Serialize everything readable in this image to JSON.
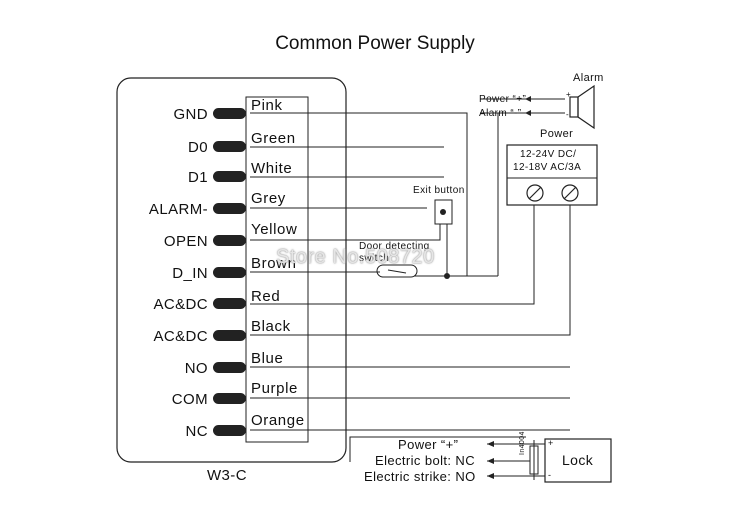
{
  "title": "Common Power Supply",
  "device_label": "W3-C",
  "pins": [
    {
      "pin": "GND",
      "wire": "Pink"
    },
    {
      "pin": "D0",
      "wire": "Green"
    },
    {
      "pin": "D1",
      "wire": "White"
    },
    {
      "pin": "ALARM-",
      "wire": "Grey"
    },
    {
      "pin": "OPEN",
      "wire": "Yellow"
    },
    {
      "pin": "D_IN",
      "wire": "Brown"
    },
    {
      "pin": "AC&DC",
      "wire": "Red"
    },
    {
      "pin": "AC&DC",
      "wire": "Black"
    },
    {
      "pin": "NO",
      "wire": "Blue"
    },
    {
      "pin": "COM",
      "wire": "Purple"
    },
    {
      "pin": "NC",
      "wire": "Orange"
    }
  ],
  "alarm": {
    "title": "Alarm",
    "power_label": "Power",
    "power_sign": "“+”",
    "alarm_label": "Alarm",
    "alarm_sign": "“-”",
    "plus": "+",
    "minus": "-"
  },
  "power_supply": {
    "title": "Power",
    "line1": "12-24V DC/",
    "line2": "12-18V AC/3A"
  },
  "exit_button": "Exit button",
  "door_switch": {
    "line1": "Door detecting",
    "line2": "switch"
  },
  "lock": {
    "title": "Lock",
    "power_label": "Power “+”",
    "bolt_label": "Electric bolt: NC",
    "strike_label": "Electric strike: NO",
    "diode": "In4004",
    "plus": "+",
    "minus": "-"
  },
  "watermark": "Store No.508720",
  "colors": {
    "line": "#222222",
    "pin": "#222222"
  }
}
